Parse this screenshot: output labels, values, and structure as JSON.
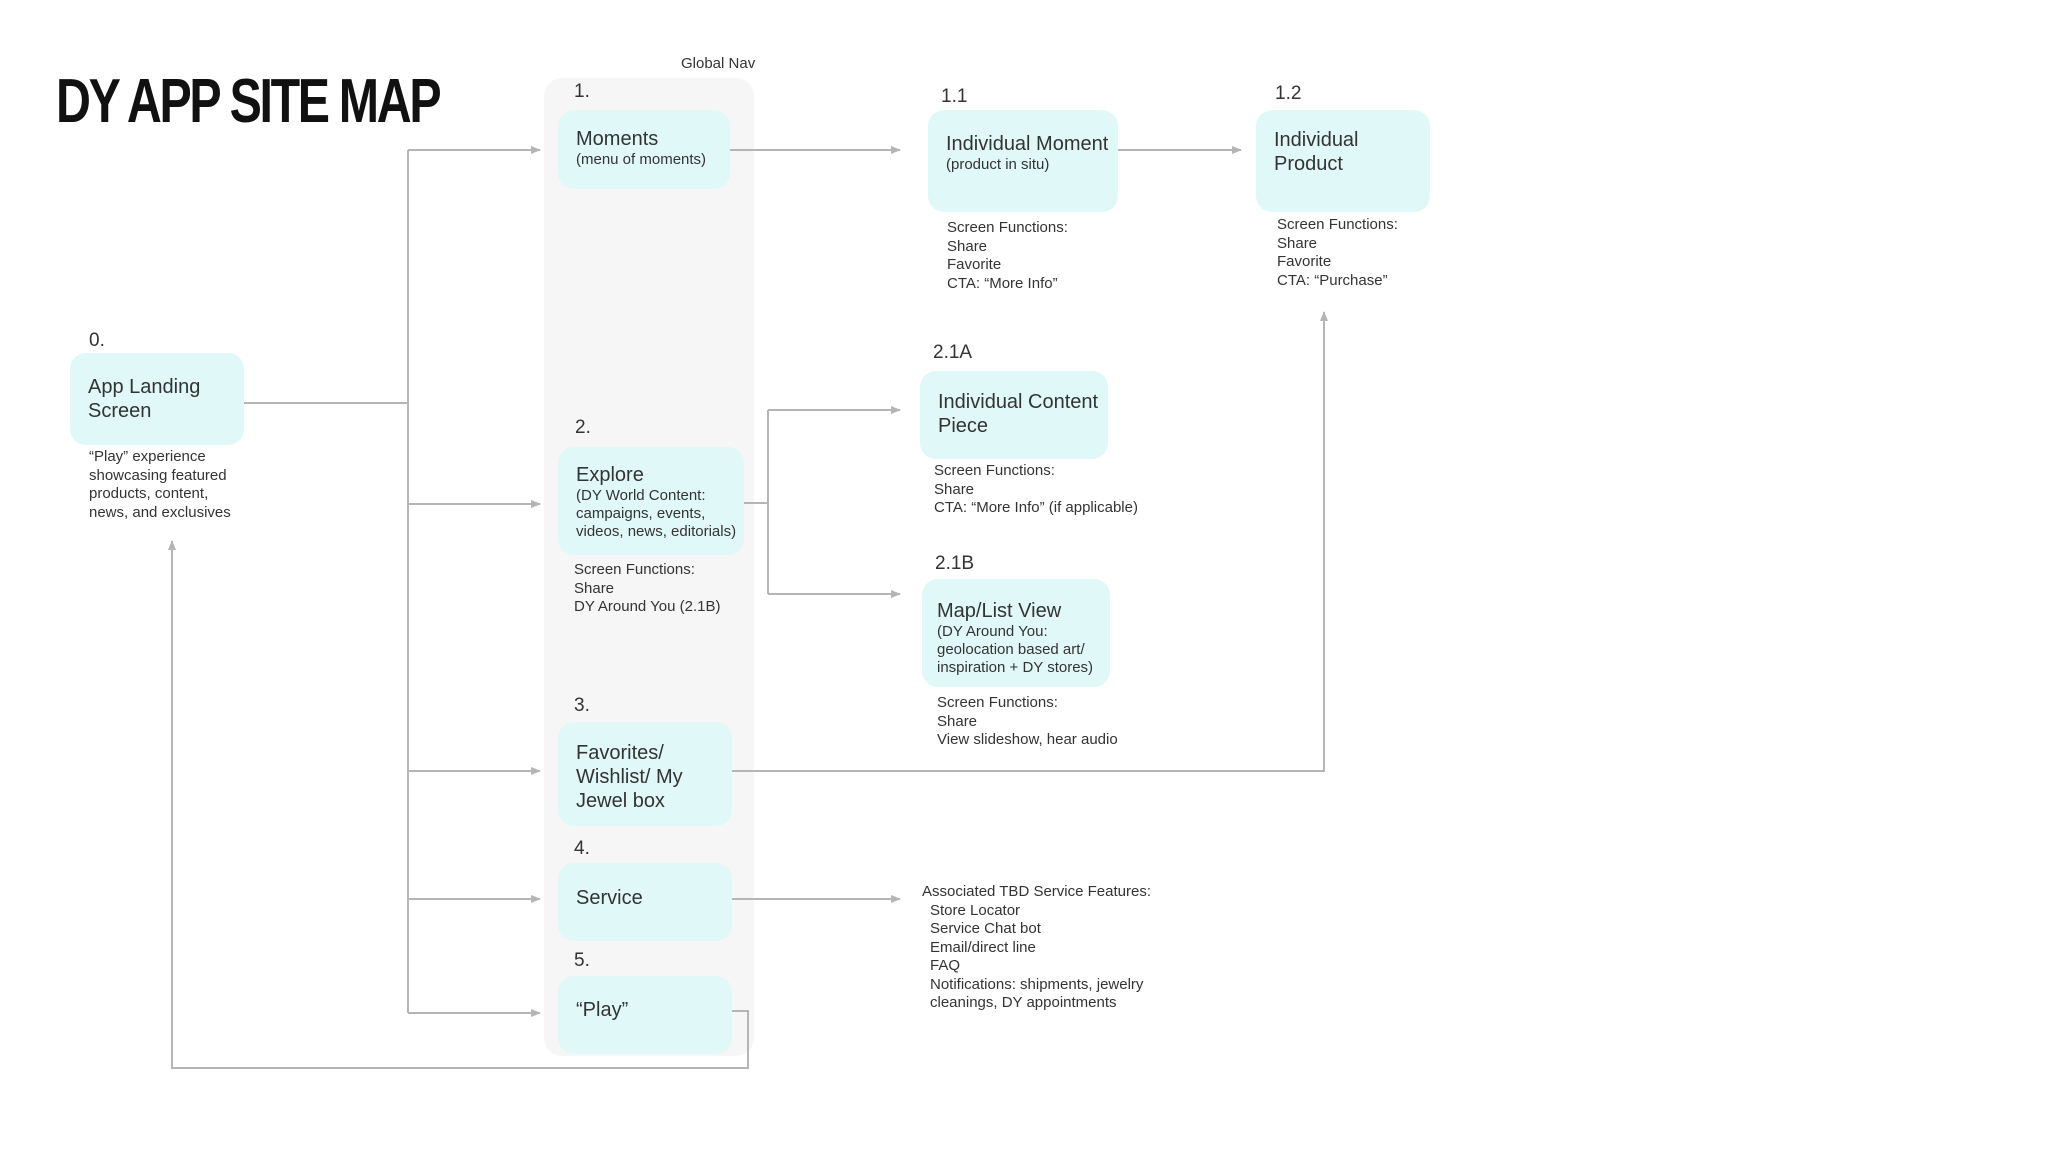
{
  "title": "DY APP SITE MAP",
  "global_nav_label": "Global Nav",
  "nodes": {
    "landing": {
      "num": "0.",
      "title_lines": [
        "App Landing",
        "Screen"
      ],
      "notes": [
        "“Play” experience",
        "showcasing featured",
        "products, content,",
        "news, and exclusives"
      ]
    },
    "moments": {
      "num": "1.",
      "title": "Moments",
      "subtitle": "(menu of moments)"
    },
    "individual_moment": {
      "num": "1.1",
      "title": "Individual Moment",
      "subtitle": "(product in situ)",
      "notes": [
        "Screen Functions:",
        "Share",
        "Favorite",
        "CTA: “More Info”"
      ]
    },
    "individual_product": {
      "num": "1.2",
      "title_lines": [
        "Individual",
        "Product"
      ],
      "notes": [
        "Screen Functions:",
        "Share",
        "Favorite",
        "CTA: “Purchase”"
      ]
    },
    "explore": {
      "num": "2.",
      "title": "Explore",
      "subtitle_lines": [
        "(DY World Content:",
        "campaigns, events,",
        "videos, news, editorials)"
      ],
      "notes": [
        "Screen Functions:",
        "Share",
        "DY Around You (2.1B)"
      ]
    },
    "content_piece": {
      "num": "2.1A",
      "title_lines": [
        "Individual Content",
        "Piece"
      ],
      "notes": [
        "Screen Functions:",
        "Share",
        "CTA: “More Info” (if applicable)"
      ]
    },
    "map_list": {
      "num": "2.1B",
      "title": "Map/List View",
      "subtitle_lines": [
        "(DY Around You:",
        "geolocation based art/",
        "inspiration + DY stores)"
      ],
      "notes": [
        "Screen Functions:",
        "Share",
        "View slideshow, hear audio"
      ]
    },
    "favorites": {
      "num": "3.",
      "title_lines": [
        "Favorites/",
        "Wishlist/ My",
        "Jewel box"
      ]
    },
    "service": {
      "num": "4.",
      "title": "Service",
      "notes_title": "Associated TBD Service Features:",
      "notes": [
        "Store Locator",
        "Service Chat bot",
        "Email/direct line",
        "FAQ",
        "Notifications:  shipments, jewelry",
        "cleanings, DY appointments"
      ]
    },
    "play": {
      "num": "5.",
      "title": "“Play”"
    }
  },
  "colors": {
    "box_fill": "#e1f8f8",
    "nav_panel": "#f6f6f6",
    "connector": "#b5b5b5",
    "text": "#333333"
  }
}
